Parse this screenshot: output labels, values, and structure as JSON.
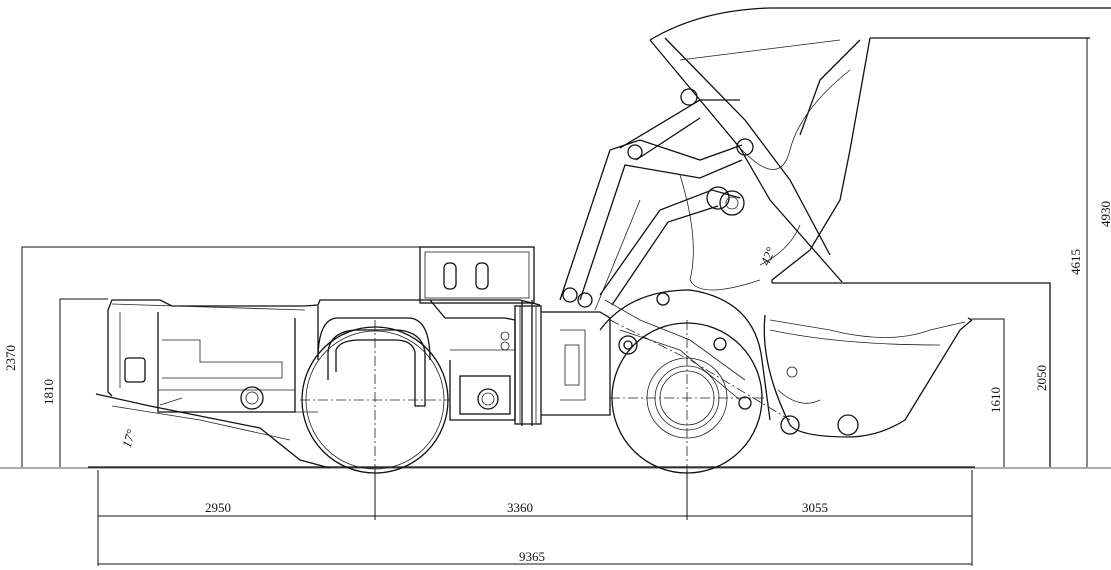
{
  "dimensions": {
    "front_overhang": "2950",
    "wheelbase": "3360",
    "rear_overhang": "3055",
    "overall_length": "9365",
    "height_overall": "2370",
    "height_body": "1810",
    "height_rear": "1610",
    "height_bucket_pin": "2050",
    "height_dump": "4615",
    "height_max": "4930"
  },
  "angles": {
    "departure": "17°",
    "dump": "42°"
  }
}
